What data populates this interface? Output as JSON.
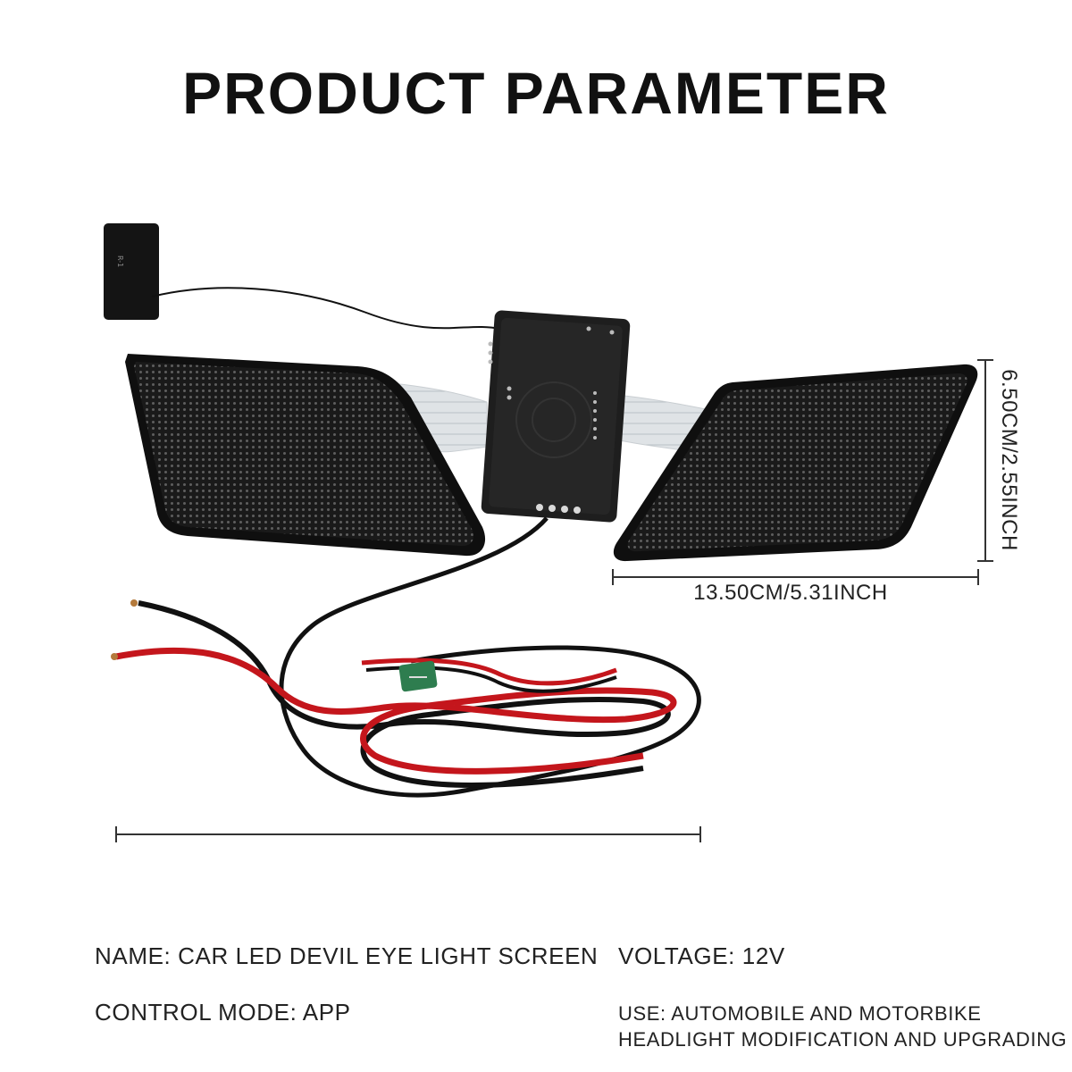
{
  "title": "PRODUCT PARAMETER",
  "dimensions": {
    "width": "13.50CM/5.31INCH",
    "height": "6.50CM/2.55INCH"
  },
  "specs": {
    "name": "NAME: CAR LED DEVIL EYE LIGHT SCREEN",
    "voltage": "VOLTAGE: 12V",
    "control_mode": "CONTROL MODE: APP",
    "use_line1": "USE: AUTOMOBILE AND MOTORBIKE",
    "use_line2": "HEADLIGHT MODIFICATION AND UPGRADING"
  },
  "colors": {
    "panel": "#1c1c1c",
    "led_dot": "#5a5a5a",
    "wire_red": "#c4161c",
    "wire_black": "#111111",
    "board_chip": "#2e7d4f"
  }
}
